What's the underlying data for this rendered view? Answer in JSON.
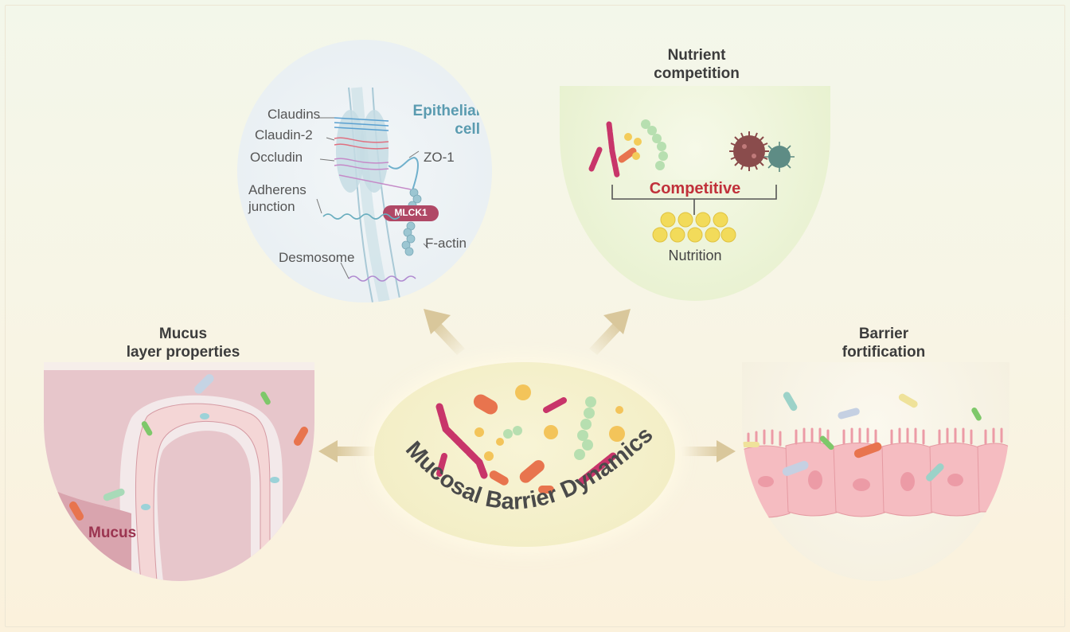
{
  "center": {
    "title": "Mucosal Barrier Dynamics"
  },
  "tight_junction": {
    "title_line1": "Tight",
    "title_line2": "junction regulation",
    "epithelial_line1": "Epithelial",
    "epithelial_line2": "cell",
    "labels": {
      "claudins": "Claudins",
      "claudin2": "Claudin-2",
      "occludin": "Occludin",
      "zo1": "ZO-1",
      "adherens_line1": "Adherens",
      "adherens_line2": "junction",
      "mlck1": "MLCK1",
      "factin": "F-actin",
      "desmosome": "Desmosome"
    }
  },
  "nutrient": {
    "title_line1": "Nutrient",
    "title_line2": "competition",
    "competitive": "Competitive",
    "nutrition": "Nutrition"
  },
  "mucus": {
    "title_line1": "Mucus",
    "title_line2": "layer properties",
    "mucus_label": "Mucus"
  },
  "barrier": {
    "title_line1": "Barrier",
    "title_line2": "fortification"
  },
  "colors": {
    "arrow": "#d9c79b",
    "competitive": "#c0303a",
    "epithelial": "#5a9bb0",
    "mucus_text": "#9b3450",
    "mlck1": "#b04866"
  }
}
